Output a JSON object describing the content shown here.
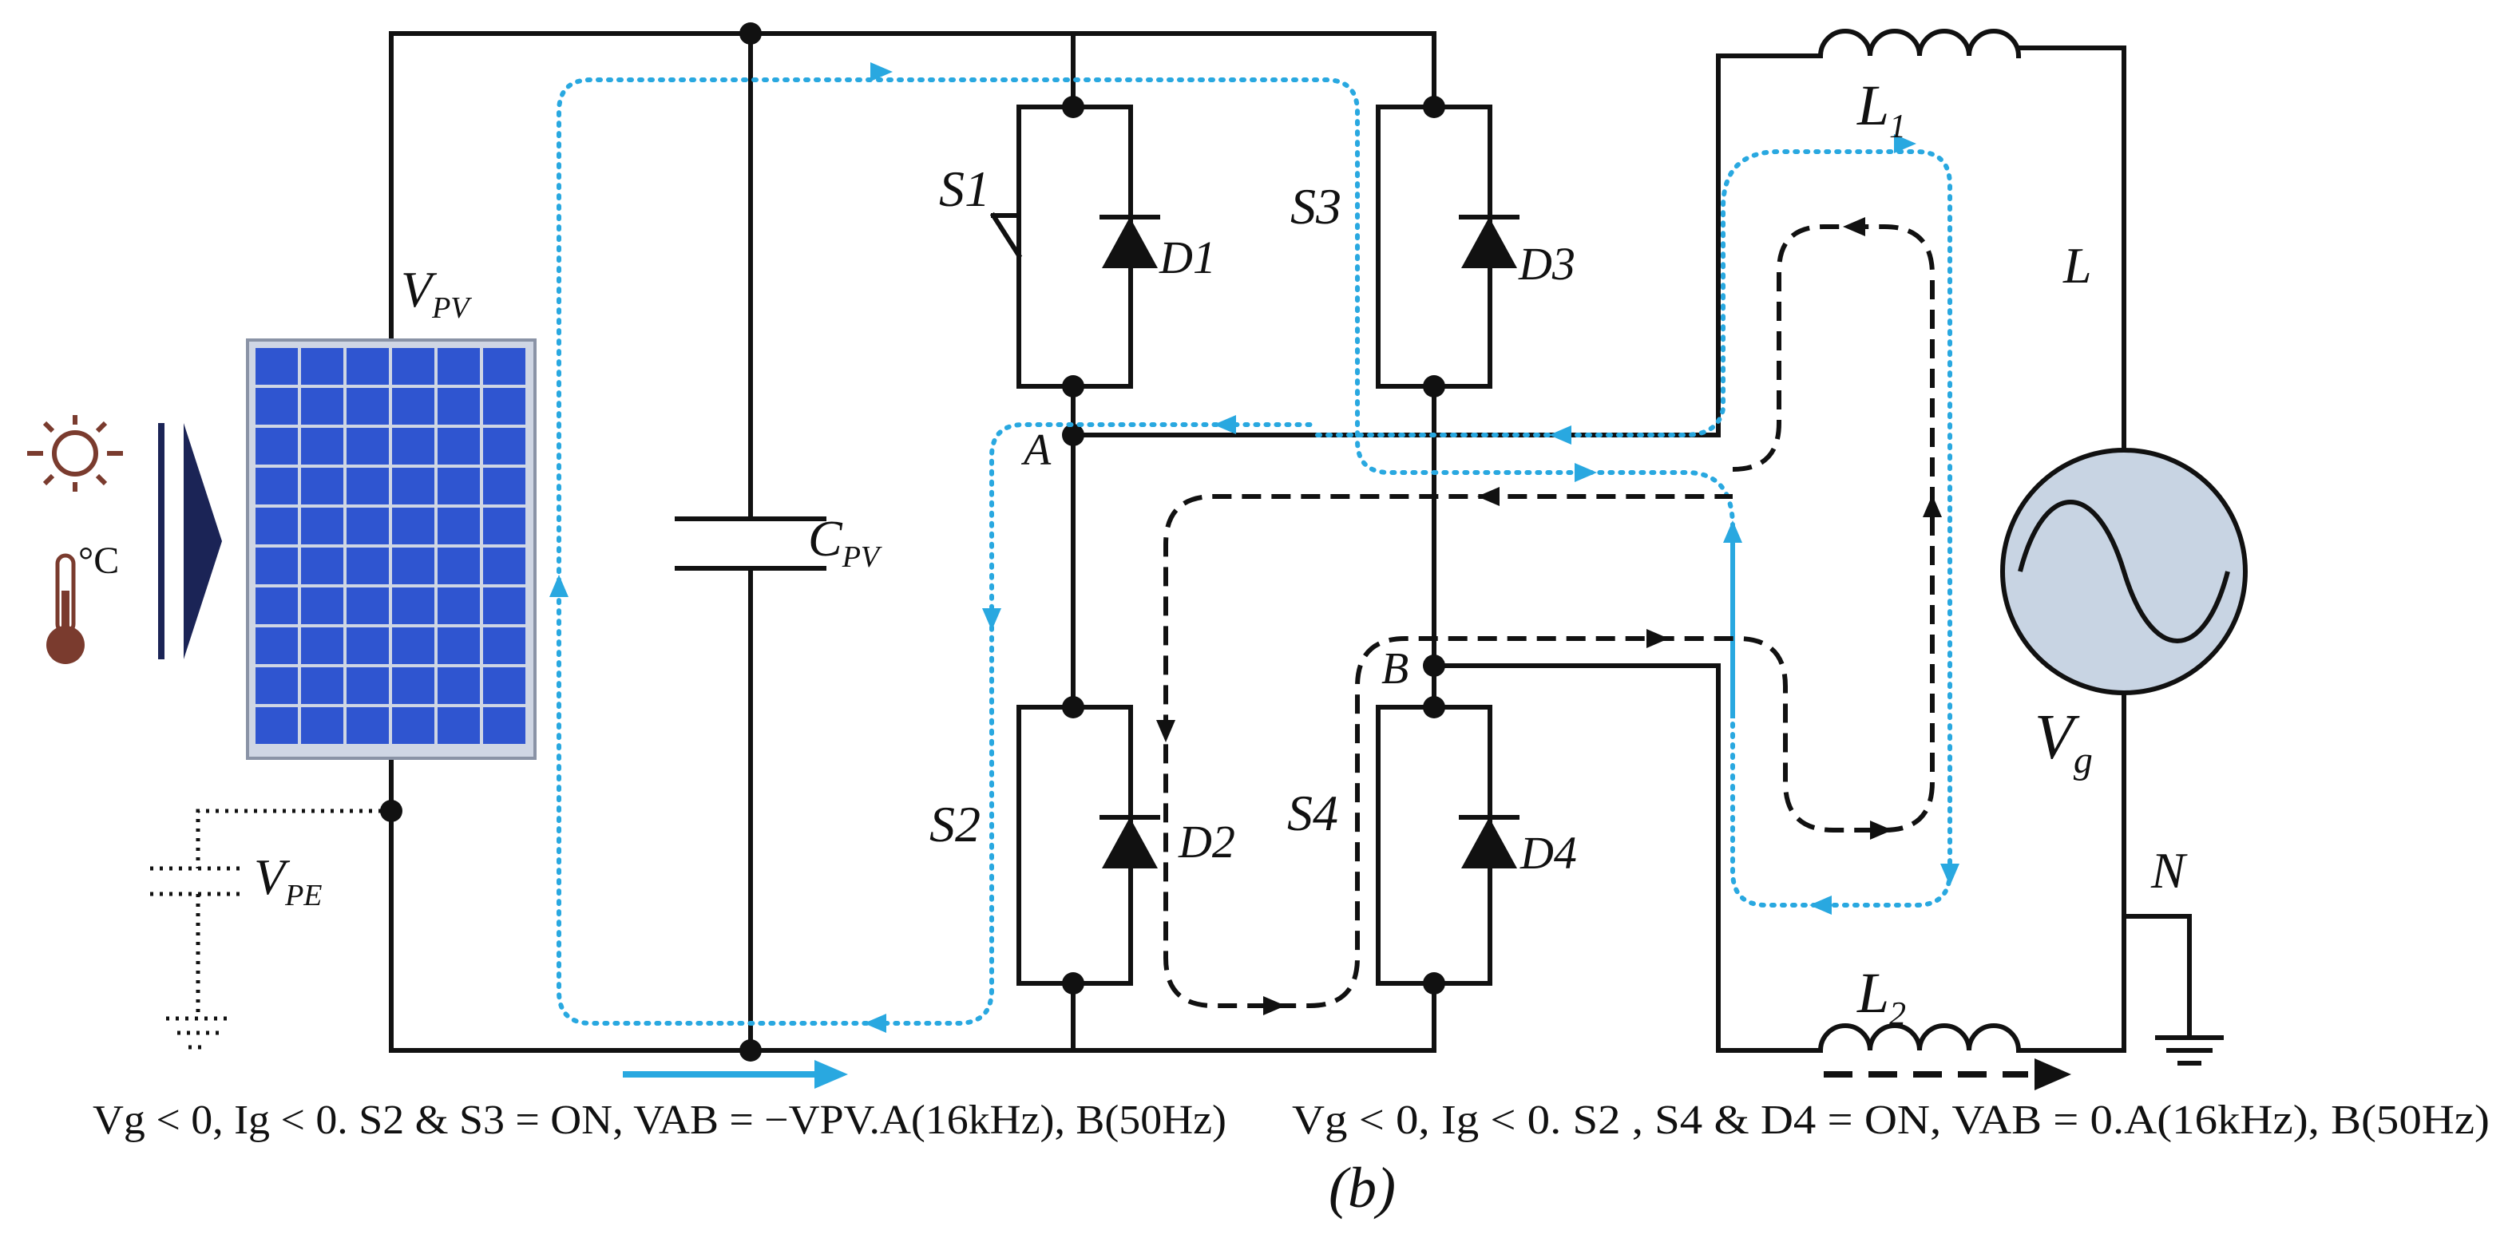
{
  "labels": {
    "s1": "S1",
    "s2": "S2",
    "s3": "S3",
    "s4": "S4",
    "d1": "D1",
    "d2": "D2",
    "d3": "D3",
    "d4": "D4",
    "node_a": "A",
    "node_b": "B",
    "l1_main": "L",
    "l1_sub": "1",
    "l2_main": "L",
    "l2_sub": "2",
    "line_l": "L",
    "neutral_n": "N",
    "vpv_main": "V",
    "vpv_sub": "PV",
    "cpv_main": "C",
    "cpv_sub": "PV",
    "vpe_main": "V",
    "vpe_sub": "PE",
    "vg_main": "V",
    "vg_sub": "g",
    "temp_unit": "°C"
  },
  "captions": {
    "left": "Vg < 0, Ig < 0.  S2 & S3 = ON,  VAB = −VPV.A(16kHz), B(50Hz)",
    "right": "Vg < 0, Ig < 0.  S2 , S4 & D4 = ON,  VAB = 0.A(16kHz), B(50Hz)",
    "figure": "(b)"
  },
  "colors": {
    "wire": "#111111",
    "current_path_blue": "#29a8e0",
    "panel_cell": "#2f55d0",
    "panel_frame": "#cfd6e4",
    "grid_source_fill": "#c8d4e3",
    "icon_brown": "#7a3b2e",
    "arrow_navy": "#1b2456"
  },
  "icons": [
    "sun-icon",
    "thermometer-icon",
    "irradiance-arrow-icon",
    "pv-panel-icon",
    "ac-source-icon",
    "ground-icon"
  ]
}
